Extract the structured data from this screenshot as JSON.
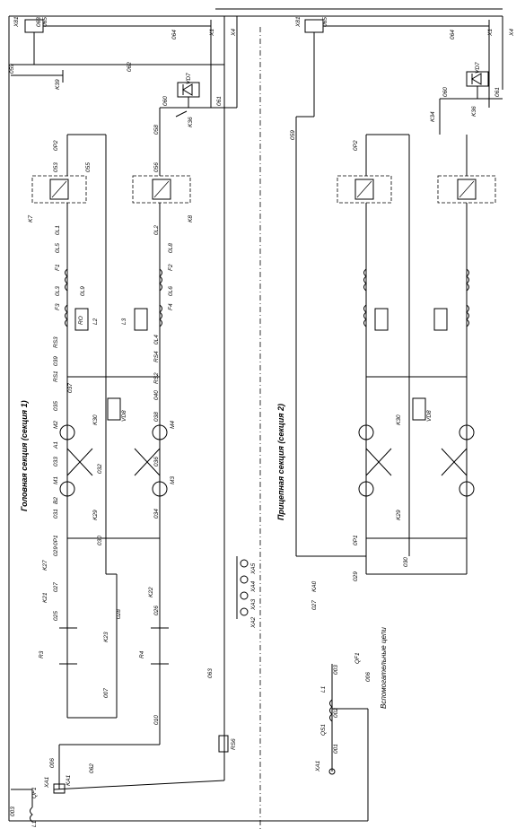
{
  "section_titles": {
    "left": "Головная секция (секция 1)",
    "right": "Прицепная секция (секция 2)"
  },
  "aux_title": "Вспомогательные цепи",
  "connectors": {
    "left_top": [
      "X81",
      "X1",
      "X4"
    ],
    "right_top": [
      "X81",
      "X1",
      "X4"
    ],
    "mid": [
      "XA2",
      "XA3",
      "XA4",
      "XA5"
    ]
  },
  "wire_labels": {
    "left_top": [
      "059",
      "062",
      "064",
      "065",
      "063"
    ],
    "left_diode": [
      "VD7",
      "060",
      "061",
      "K36",
      "K39"
    ],
    "left_fields": [
      "053",
      "055",
      "056",
      "058",
      "0P2",
      "K7",
      "K8",
      "0L1",
      "0L5",
      "0L9",
      "0L3",
      "0L2",
      "0L4",
      "0L6",
      "0L8"
    ],
    "left_motors": [
      "M1",
      "M2",
      "M3",
      "M4",
      "A1",
      "B2",
      "031",
      "032",
      "033",
      "034",
      "035",
      "036",
      "037",
      "038",
      "0P1"
    ],
    "left_lower": [
      "029",
      "027",
      "028",
      "K21",
      "K22",
      "K23",
      "K27",
      "R3",
      "R4",
      "007",
      "010",
      "025",
      "026",
      "030"
    ],
    "left_misc": [
      "K30",
      "VD8",
      "K29",
      "RS1",
      "RS2",
      "RS3",
      "RS4",
      "RS6",
      "L2",
      "L3",
      "RO",
      "F1",
      "F2",
      "F3",
      "F4",
      "039",
      "040"
    ],
    "bottom": [
      "003",
      "006",
      "062",
      "063",
      "XA1",
      "QF1",
      "L1",
      "KA1"
    ],
    "right_top": [
      "059",
      "064",
      "065",
      "VD7",
      "060",
      "061",
      "K34",
      "K36"
    ],
    "right_lower": [
      "027",
      "029",
      "030",
      "K29",
      "K30",
      "KA0",
      "VD8",
      "0P1",
      "0P2"
    ],
    "aux": [
      "XA1",
      "001",
      "QS1",
      "002",
      "L1",
      "003",
      "006",
      "QF1"
    ]
  },
  "palette": {
    "ink": "#000000",
    "paper": "#ffffff"
  }
}
